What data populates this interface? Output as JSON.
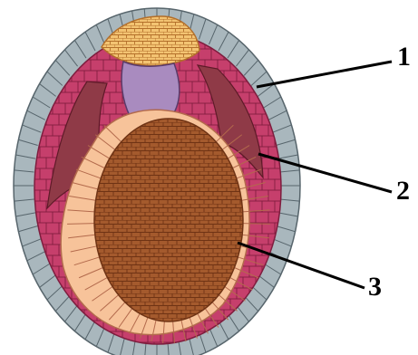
{
  "diagram": {
    "labels": [
      {
        "id": "1",
        "text": "1"
      },
      {
        "id": "2",
        "text": "2"
      },
      {
        "id": "3",
        "text": "3"
      }
    ],
    "colors": {
      "outer_cells": "#a9b7bd",
      "outer_cell_edge": "#57656c",
      "magenta_layer": "#c63f6c",
      "magenta_cell_edge": "#7e1d3e",
      "cavity": "#8f3a47",
      "top_cap": "#f3c372",
      "top_cap_edge": "#b36f2a",
      "lilac_region": "#a98bbf",
      "peach_cells": "#f7c39a",
      "peach_cell_edge": "#b36a4c",
      "yolk": "#a45a2d",
      "yolk_cell_edge": "#6f3314"
    }
  }
}
